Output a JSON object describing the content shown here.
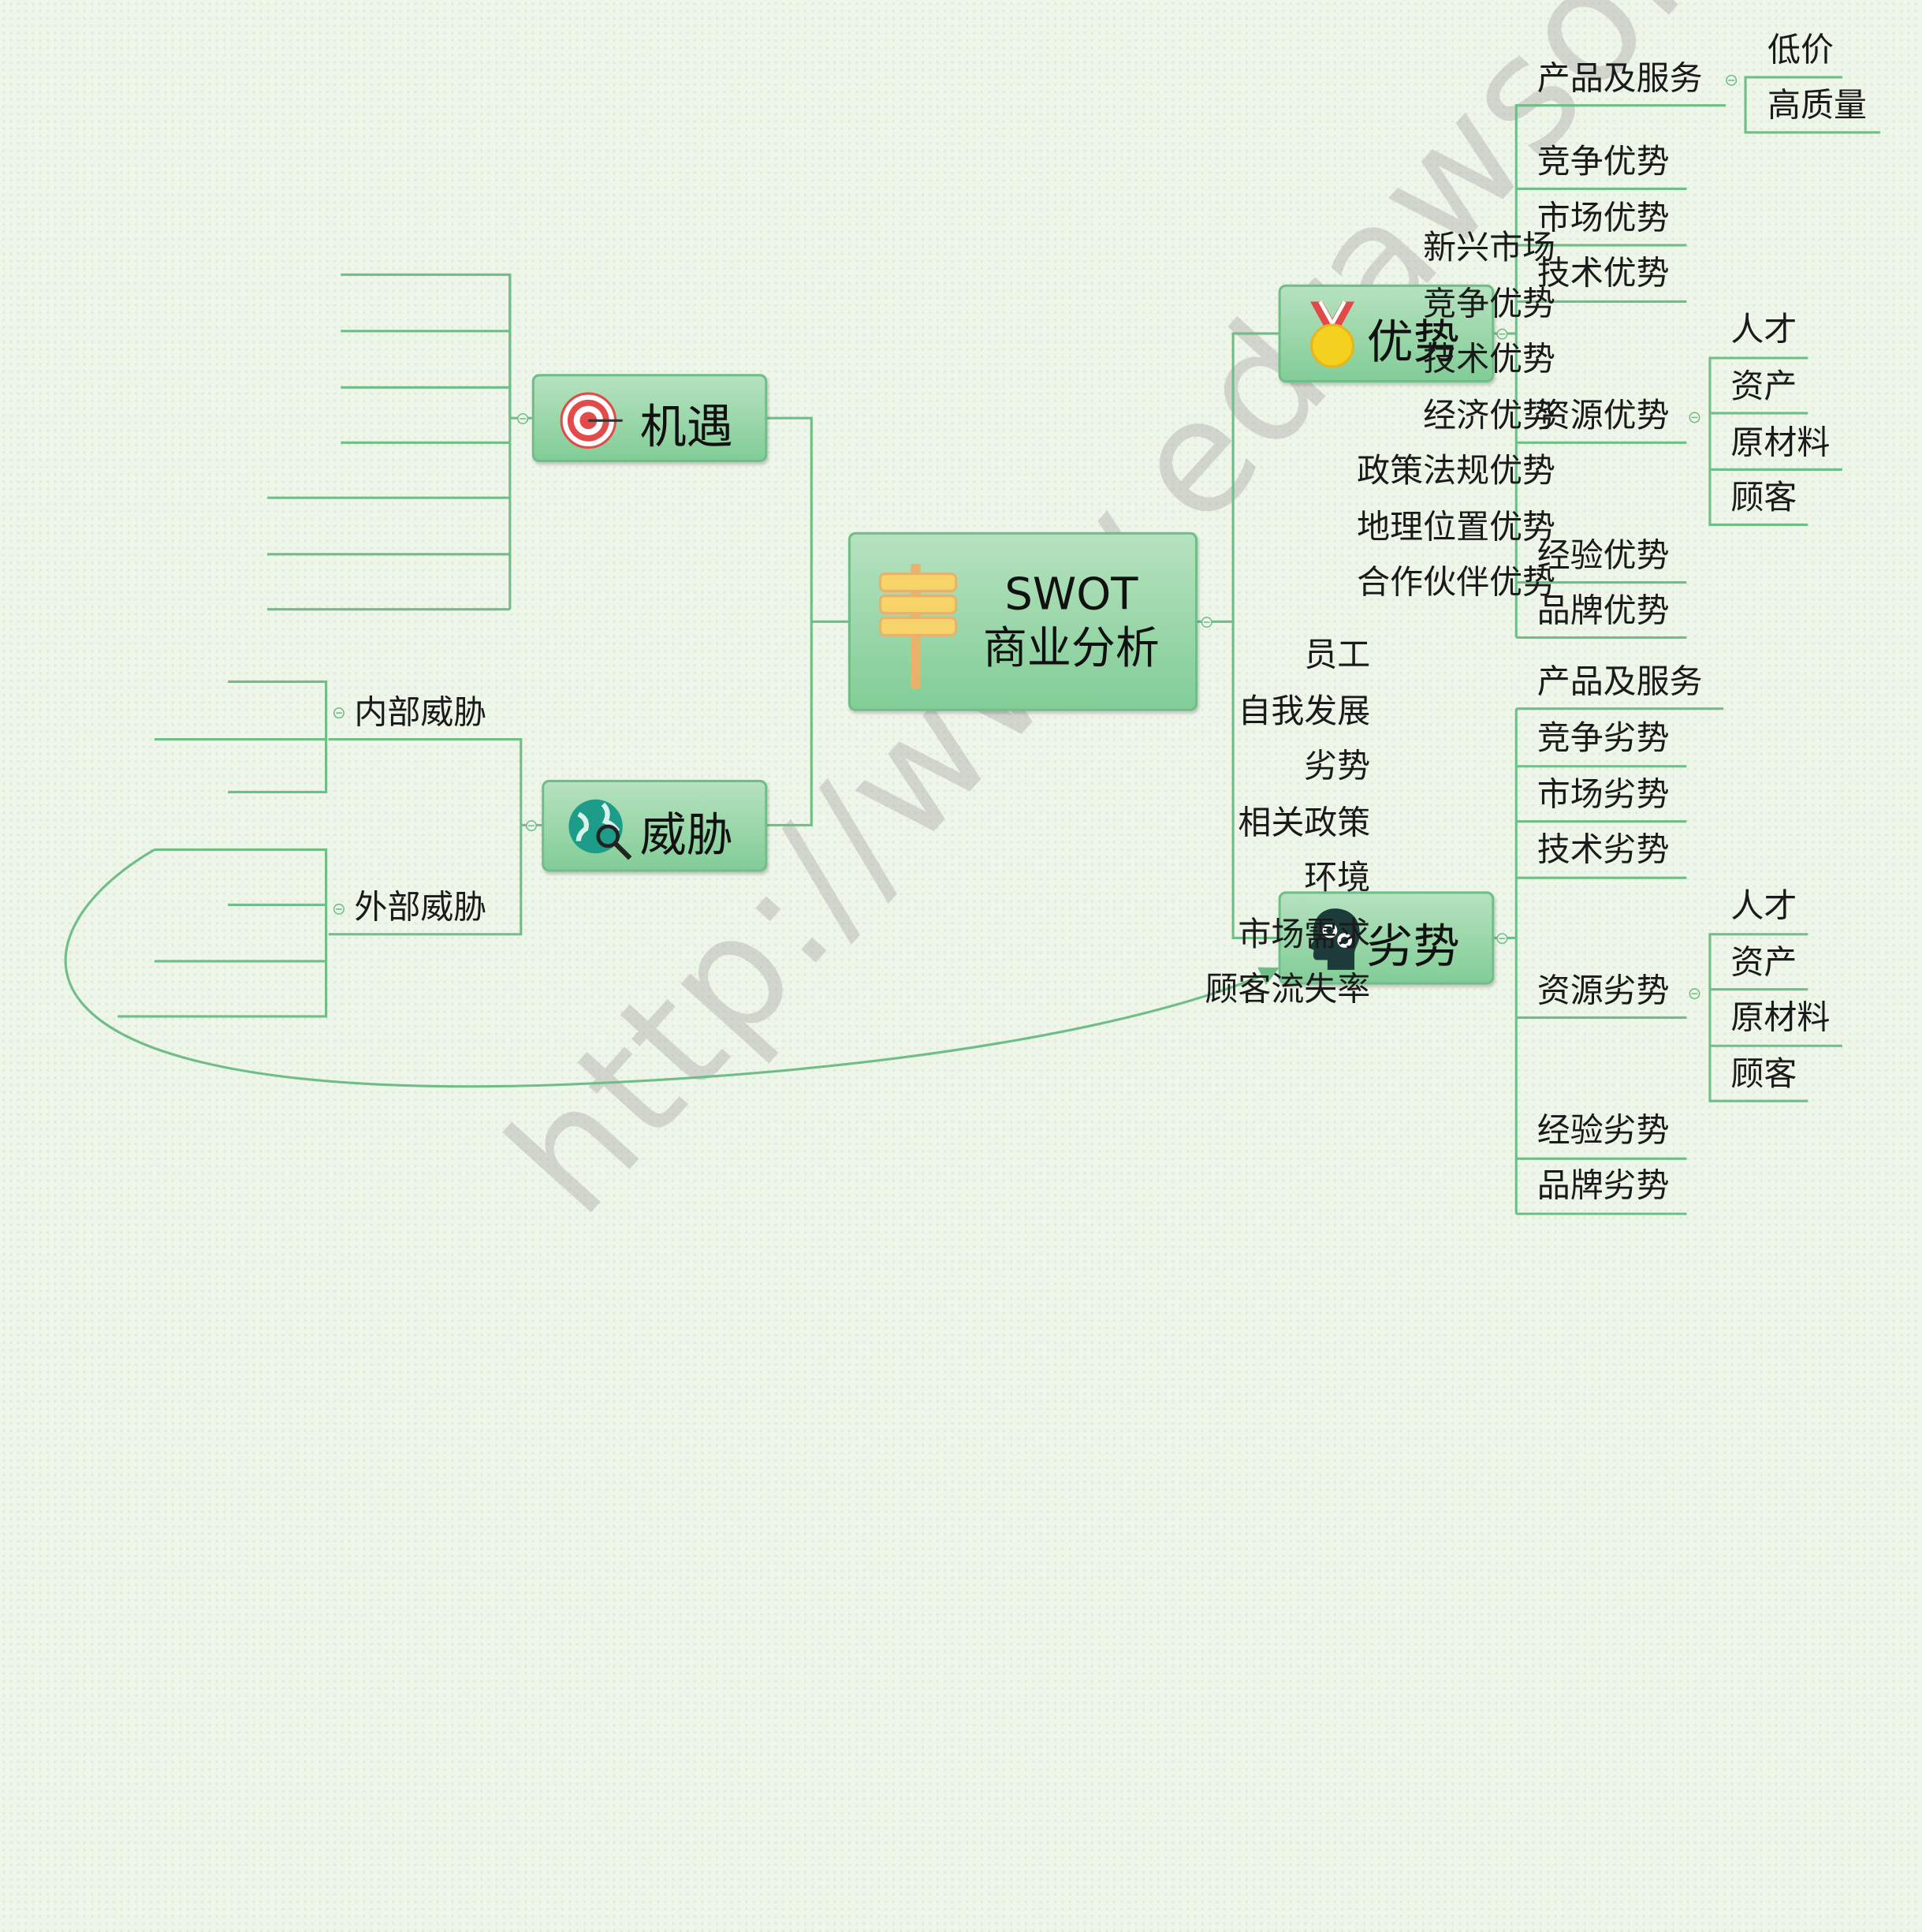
{
  "watermark": "http://www.edrawsoft.cn/",
  "center": {
    "line1": "SWOT",
    "line2": "商业分析"
  },
  "opportunity": {
    "title": "机遇",
    "items": [
      "新兴市场",
      "竞争优势",
      "技术优势",
      "经济优势",
      "政策法规优势",
      "地理位置优势",
      "合作伙伴优势"
    ]
  },
  "threat": {
    "title": "威胁",
    "internal": {
      "label": "内部威胁",
      "items": [
        "员工",
        "自我发展",
        "劣势"
      ]
    },
    "external": {
      "label": "外部威胁",
      "items": [
        "相关政策",
        "环境",
        "市场需求",
        "顾客流失率"
      ]
    }
  },
  "strength": {
    "title": "优势",
    "product": {
      "label": "产品及服务",
      "items": [
        "低价",
        "高质量"
      ]
    },
    "items_a": [
      "竞争优势",
      "市场优势",
      "技术优势"
    ],
    "resource": {
      "label": "资源优势",
      "items": [
        "人才",
        "资产",
        "原材料",
        "顾客"
      ]
    },
    "items_b": [
      "经验优势",
      "品牌优势"
    ]
  },
  "weakness": {
    "title": "劣势",
    "items_a": [
      "产品及服务",
      "竞争劣势",
      "市场劣势",
      "技术劣势"
    ],
    "resource": {
      "label": "资源劣势",
      "items": [
        "人才",
        "资产",
        "原材料",
        "顾客"
      ]
    },
    "items_b": [
      "经验劣势",
      "品牌劣势"
    ]
  }
}
